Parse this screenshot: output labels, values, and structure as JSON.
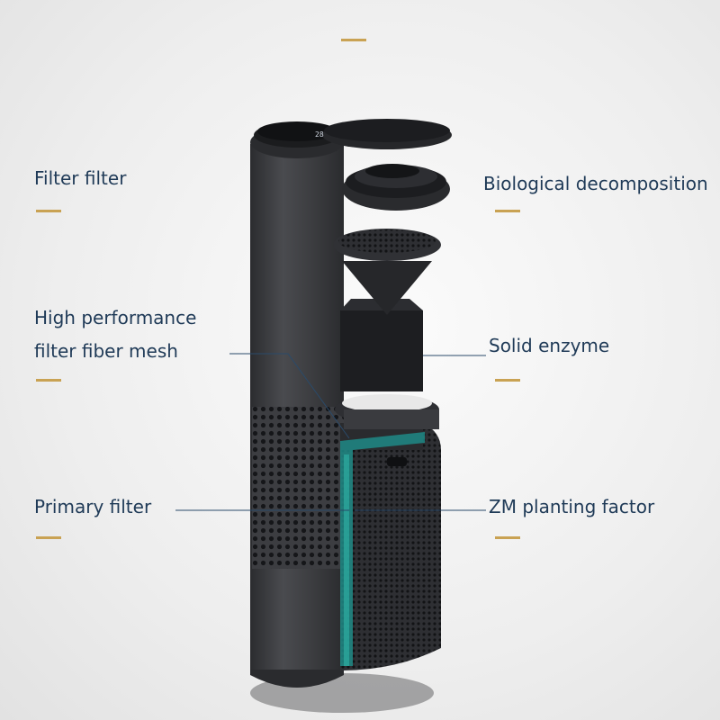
{
  "labels": {
    "filter_filter": "Filter filter",
    "high_performance_line1": "High performance",
    "high_performance_line2": "filter fiber mesh",
    "primary_filter": "Primary filter",
    "biological_decomposition": "Biological decomposition",
    "solid_enzyme": "Solid enzyme",
    "zm_planting_factor": "ZM planting factor"
  },
  "colors": {
    "text": "#1f3a57",
    "accent_dash": "#c9a253",
    "leader_line": "#2a4a6a",
    "device_body": "#3a3b3e",
    "filter_highlight": "#1e8a86"
  },
  "display_digits": "28"
}
